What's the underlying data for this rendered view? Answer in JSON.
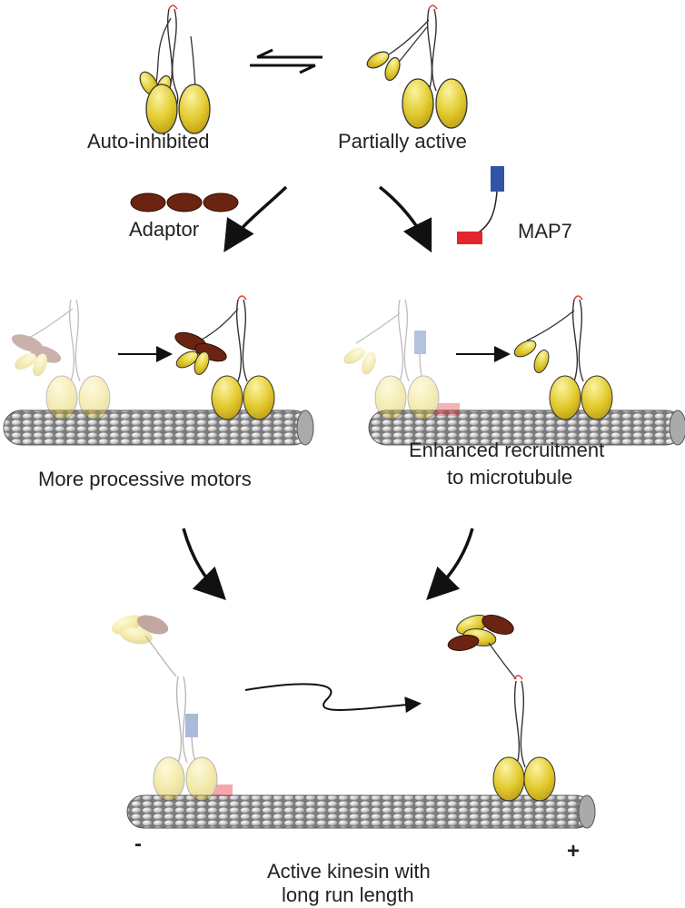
{
  "labels": {
    "auto_inhibited": "Auto-inhibited",
    "partially_active": "Partially active",
    "adaptor": "Adaptor",
    "map7": "MAP7",
    "more_processive": "More processive motors",
    "enhanced_line1": "Enhanced recruitment",
    "enhanced_line2": "to microtubule",
    "active_line1": "Active kinesin with",
    "active_line2": "long run length",
    "minus_end": "-",
    "plus_end": "+"
  },
  "colors": {
    "motor_yellow": "#e2cb2e",
    "adaptor_brown": "#6b2412",
    "map7_blue": "#2f53a6",
    "map7_red": "#e2262c",
    "hinge_red": "#e04040",
    "microtubule": "#9a9a9a",
    "arrow": "#111111"
  }
}
